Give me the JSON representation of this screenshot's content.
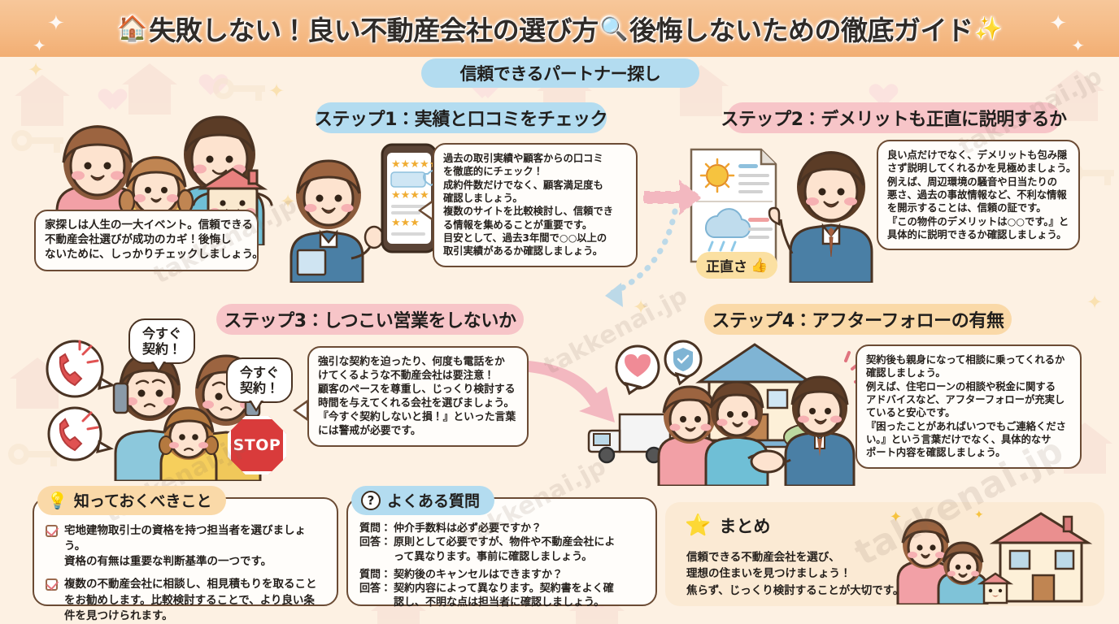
{
  "header": {
    "house_icon": "house-icon",
    "title_part1": "失敗しない！良い不動産会社の選び方",
    "search_icon": "magnifier-icon",
    "title_part2": "後悔しないための徹底ガイド",
    "sparkle_icon": "sparkles-icon",
    "full_title": "🏠失敗しない！良い不動産会社の選び方 🔍 後悔しないための徹底ガイド ✨"
  },
  "subtitle": "信頼できるパートナー探し",
  "watermark": "takkenai.jp",
  "intro_bubble": {
    "lines": [
      "家探しは人生の一大イベント。信頼できる",
      "不動産会社選びが成功のカギ！後悔し",
      "ないために、しっかりチェックしましょう。"
    ]
  },
  "steps": [
    {
      "id": "step1",
      "heading": "ステップ1：実績と口コミをチェック",
      "heading_color": "#b3dcf0",
      "lines": [
        "過去の取引実績や顧客からの口コミ",
        "を徹底的にチェック！",
        "成約件数だけでなく、顧客満足度も",
        "確認しましょう。",
        "複数のサイトを比較検討し、信頼でき",
        "る情報を集めることが重要です。",
        "目安として、過去3年間で○○以上の",
        "取引実績があるか確認しましょう。"
      ]
    },
    {
      "id": "step2",
      "heading": "ステップ2：デメリットも正直に説明するか",
      "heading_color": "#f7c5c8",
      "badge": "正直さ",
      "badge_icon": "thumbs-up-icon",
      "lines": [
        "良い点だけでなく、デメリットも包み隠",
        "さず説明してくれるかを見極めましょう。",
        "例えば、周辺環境の騒音や日当たりの",
        "悪さ、過去の事故情報など、不利な情報",
        "を開示することは、信頼の証です。",
        "『この物件のデメリットは○○です。』と",
        "具体的に説明できるか確認しましょう。"
      ]
    },
    {
      "id": "step3",
      "heading": "ステップ3：しつこい営業をしないか",
      "heading_color": "#f7c5c8",
      "lines": [
        "強引な契約を迫ったり、何度も電話をか",
        "けてくるような不動産会社は要注意！",
        "顧客のペースを尊重し、じっくり検討する",
        "時間を与えてくれる会社を選びましょう。",
        "『今すぐ契約しないと損！』といった言葉",
        "には警戒が必要です。"
      ],
      "speech_bubbles": [
        "今すぐ\n契約！",
        "今すぐ\n契約！"
      ],
      "stop_label": "STOP"
    },
    {
      "id": "step4",
      "heading": "ステップ4：アフターフォローの有無",
      "heading_color": "#fad9a8",
      "lines": [
        "契約後も親身になって相談に乗ってくれるか",
        "確認しましょう。",
        "例えば、住宅ローンの相談や税金に関する",
        "アドバイスなど、アフターフォローが充実し",
        "ていると安心です。",
        "『困ったことがあればいつでもご連絡くださ",
        "い。』という言葉だけでなく、具体的なサ",
        "ポート内容を確認しましょう。"
      ]
    }
  ],
  "know_panel": {
    "heading": "知っておくべきこと",
    "heading_icon": "lightbulb-icon",
    "items": [
      [
        "宅地建物取引士の資格を持つ担当者を選びましょう。",
        "資格の有無は重要な判断基準の一つです。"
      ],
      [
        "複数の不動産会社に相談し、相見積もりを取ること",
        "をお勧めします。比較検討することで、より良い条",
        "件を見つけられます。"
      ]
    ]
  },
  "faq_panel": {
    "heading": "よくある質問",
    "heading_icon": "question-mark-icon",
    "entries": [
      {
        "q_label": "質問：",
        "q": "仲介手数料は必ず必要ですか？",
        "a_label": "回答：",
        "a": [
          "原則として必要ですが、物件や不動産会社によ",
          "って異なります。事前に確認しましょう。"
        ]
      },
      {
        "q_label": "質問：",
        "q": "契約後のキャンセルはできますか？",
        "a_label": "回答：",
        "a": [
          "契約内容によって異なります。契約書をよく確",
          "認し、不明な点は担当者に確認しましょう。"
        ]
      }
    ]
  },
  "summary_panel": {
    "heading": "まとめ",
    "heading_icon": "star-icon",
    "lines": [
      "信頼できる不動産会社を選び、",
      "理想の住まいを見つけましょう！",
      "焦らず、じっくり検討することが大切です。"
    ]
  },
  "colors": {
    "background": "#fdf1e3",
    "header_gradient_start": "#f7c79a",
    "header_gradient_end": "#f2ae73",
    "pill_blue": "#b3dcf0",
    "pill_pink": "#f7c5c8",
    "pill_peach": "#fad9a8",
    "bubble_border": "#6b4b34",
    "bubble_fill": "#fffdfa",
    "arrow_pink": "#f3b8c0",
    "stop_red": "#d93b3b",
    "summary_fill": "#fbead4"
  }
}
